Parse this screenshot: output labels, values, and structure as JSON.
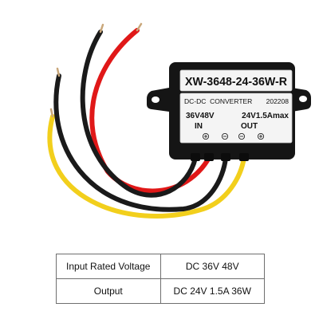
{
  "module": {
    "model": "XW-3648-24-36W-R",
    "type_line": "DC-DC  CONVERTER",
    "batch": "202208",
    "input_voltage": "36V48V",
    "output_rating": "24V1.5Amax",
    "in_label": "IN",
    "out_label": "OUT"
  },
  "wires": {
    "colors": {
      "red": "#e01818",
      "black": "#1a1a1a",
      "yellow": "#f2cf1c",
      "case": "#151515"
    }
  },
  "spec_table": {
    "rows": [
      {
        "label": "Input Rated Voltage",
        "value": "DC 36V 48V"
      },
      {
        "label": "Output",
        "value": "DC 24V 1.5A 36W"
      }
    ]
  }
}
